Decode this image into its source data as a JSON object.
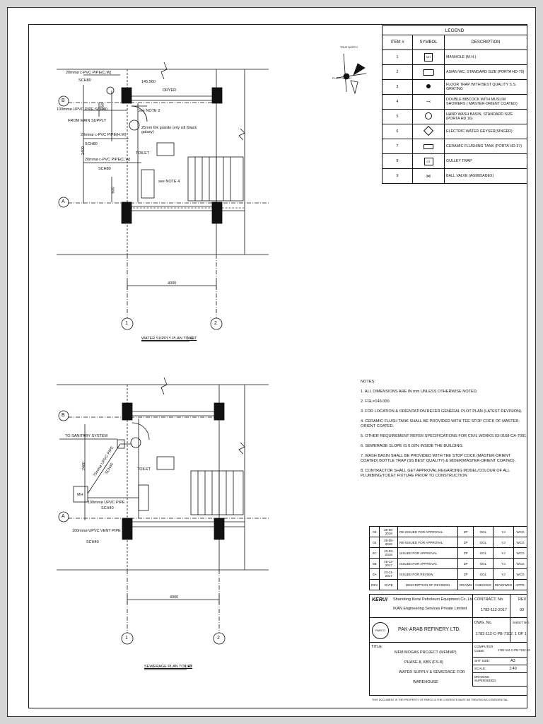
{
  "legend": {
    "title": "LEGEND",
    "col_item": "ITEM #",
    "col_symbol": "SYMBOL",
    "col_description": "DESCRIPTION",
    "rows": [
      {
        "item": "1",
        "symbol": "MH",
        "description": "MANHOLE (M.H.)"
      },
      {
        "item": "2",
        "symbol": "",
        "description": "ASIAN WC, STANDARD SIZE (PORTA HD-79)"
      },
      {
        "item": "3",
        "symbol": "",
        "description": "FLOOR TRAP WITH BEST QUALITY S.S. GRATING"
      },
      {
        "item": "4",
        "symbol": "",
        "description": "DOUBLE BIBCOCK WITH MUSLIM SHOWERS ( MASTER-ORIENT COATED)"
      },
      {
        "item": "5",
        "symbol": "",
        "description": "HAND WASH BASIN, STANDARD SIZE (PORTA HD 16)"
      },
      {
        "item": "6",
        "symbol": "",
        "description": "ELECTRIC WATER GEYSER(SINGER)"
      },
      {
        "item": "7",
        "symbol": "",
        "description": "CERAMIC FLUSHING TANK (PORTA HD-37)"
      },
      {
        "item": "8",
        "symbol": "GT",
        "description": "GULLEY TRAP"
      },
      {
        "item": "9",
        "symbol": "",
        "description": "BALL VALVE (AGMIDADEX)"
      }
    ]
  },
  "north": {
    "true_north": "TRUE NORTH",
    "plant_north": "PLANT NORTH"
  },
  "plan1": {
    "label_pipe1": "20mmø c-PVC PIPE(C.W)",
    "label_sch1": "SCH80",
    "label_pipe2": "100mmø UPVC PIPE SCH40",
    "label_from": "FROM MAIN SUPPLY",
    "label_pipe3": "20mmø c-PVC PIPE(H.W)",
    "label_sch3": "SCH80",
    "label_pipe4": "20mmø c-PVC PIPE(C.W)",
    "label_sch4": "SCH80",
    "level": "145.560",
    "dryer": "DRYER",
    "note2": "see NOTE 2",
    "tile_note": "25mm thk granite only sill (black galaxy)",
    "toilet": "TOILET",
    "note4": "see NOTE 4",
    "dim_1": "350",
    "dim_2": "2400",
    "dim_3": "600",
    "dim_width": "4000",
    "grid_b": "B",
    "grid_a": "A",
    "grid_1": "1",
    "grid_2": "2",
    "title": "WATER SUPPLY PLAN TOILET",
    "scale": "1:40"
  },
  "plan2": {
    "to_sanitary": "TO SANITARY SYSTEM",
    "pipe_a": "75mmø UPVC PIPE",
    "pipe_a_sch": "SCH40",
    "pipe_b": "100mmø UPVC PIPE",
    "pipe_b_sch": "SCH40",
    "vent": "100mmø UPVC VENT PIPE",
    "vent_sch": "SCH40",
    "mh": "MH",
    "toilet": "TOILET",
    "dim_2": "2400",
    "dim_width": "4000",
    "grid_b": "B",
    "grid_a": "A",
    "grid_1": "1",
    "grid_2": "2",
    "title": "SEWERAGE PLAN TOILET",
    "scale": "1:40"
  },
  "notes": {
    "heading": "NOTES:",
    "items": [
      "1. ALL DIMENSIONS ARE IN mm UNLESS OTHERWISE NOTED.",
      "2. FGL=146.000.",
      "3. FOR LOCATION & ORIENTATION REFER GENERAL PLOT PLAN (LATEST REVISION).",
      "4. CERAMIC FLUSH TANK SHALL BE PROVIDED WITH TEE STOP COCK OF MASTER-ORIENT COATED.",
      "5. OTHER REQUIREMENT REFER SPECIFICATIONS FOR CIVIL WORKS 03-0168-CA-7001.",
      "6. SEWERAGE SLOPE IS 0.02% INSIDE THE BUILDING.",
      "7. WASH BASIN SHALL BE PROVIDED WITH TEE STOP COCK (MASTER-ORIENT COATED) BOTTLE TRAP (SS BEST QUALITY) & MIXER(MASTER-ORIENT COATED).",
      "8. CONTRACTOR SHALL GET APPROVAL REGARDING MODEL/COLOUR OF ALL PLUMBING/TOILET FIXTURE PRIOR TO CONSTRUCTION"
    ]
  },
  "revisions": {
    "rows": [
      {
        "rev": "03",
        "date": "26-05-2018",
        "desc": "RE-ISSUED FOR APPROVAL",
        "drawn": "ZP",
        "checked": "GGL",
        "reviewed": "YJ",
        "appr": "WCG"
      },
      {
        "rev": "02",
        "date": "26-05-2018",
        "desc": "RE-ISSUED FOR APPROVAL",
        "drawn": "ZP",
        "checked": "GGL",
        "reviewed": "YJ",
        "appr": "WCG"
      },
      {
        "rev": "0C",
        "date": "10-03-2018",
        "desc": "ISSUED FOR APPROVAL",
        "drawn": "ZP",
        "checked": "GGL",
        "reviewed": "YJ",
        "appr": "WCG"
      },
      {
        "rev": "0B",
        "date": "28-12-2017",
        "desc": "ISSUED FOR APPROVAL",
        "drawn": "ZP",
        "checked": "GGL",
        "reviewed": "YJ",
        "appr": "WCG"
      },
      {
        "rev": "0A",
        "date": "23-11-2017",
        "desc": "ISSUED FOR REVIEW",
        "drawn": "ZP",
        "checked": "GGL",
        "reviewed": "YJ",
        "appr": "WCG"
      }
    ],
    "header": {
      "rev": "REV",
      "date": "DATE",
      "desc": "DESCRIPTION OF REVISION",
      "drawn": "DRAWN",
      "checked": "CHECKED",
      "reviewed": "REVIEWED",
      "appr": "APPR."
    }
  },
  "titleblock": {
    "kerui_logo": "KERUI",
    "company1": "Shandong Kerui Petroleum Equipment Co.,Ltd.",
    "company2": "IKAN Engineering Services Private Limited",
    "contract_label": "CONTRACT, No.",
    "contract_no": "1782-112-2017",
    "rev_label": "REV",
    "rev_value": "03",
    "parco_logo": "PARCO",
    "client": "PAK-ARAB REFINERY LTD.",
    "dwg_label": "DWG. No.",
    "dwg_no": "1782-112-C-PB-7102",
    "sheet_label": "SHEET NO.",
    "sheet_value": "1 OF 1",
    "title_label": "TITLE:",
    "title_lines": [
      "MFM MOGAS PROJECT (MFMMP)",
      "PHASE-II, KBS (FS-8)",
      "WATER SUPPLY & SEWERAGE FOR",
      "WAREHOUSE"
    ],
    "computer_code_label": "COMPUTER CODE:",
    "computer_code": "1782-112-C-PB-7102-03",
    "sht_size_label": "SHT SIZE:",
    "sht_size": "A3",
    "scale_label": "SCALE:",
    "scale": "1:40",
    "superseded_label": "DRAWING SUPERSEDED",
    "footer": "THIS DOCUMENT IS THE PROPERTY OF PARCO & THE CONTENTS MUST BE TREATED AS CONFIDENTIAL."
  }
}
